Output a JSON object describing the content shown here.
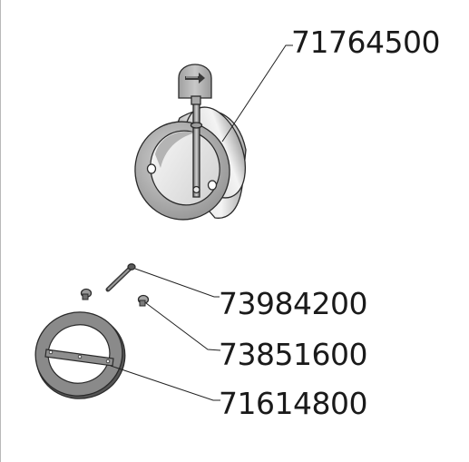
{
  "parts": [
    {
      "part_number": "71764500",
      "component": "damper-body"
    },
    {
      "part_number": "73984200",
      "component": "long-screw"
    },
    {
      "part_number": "73851600",
      "component": "short-screw"
    },
    {
      "part_number": "71614800",
      "component": "damper-blade-ring"
    }
  ],
  "colors": {
    "metal_light": "#ececec",
    "metal_mid": "#c4c4c4",
    "metal_dark": "#7c7c7c",
    "gasket": "#8a8a8a",
    "line": "#222222"
  },
  "icons": [
    "arrow-icon"
  ]
}
